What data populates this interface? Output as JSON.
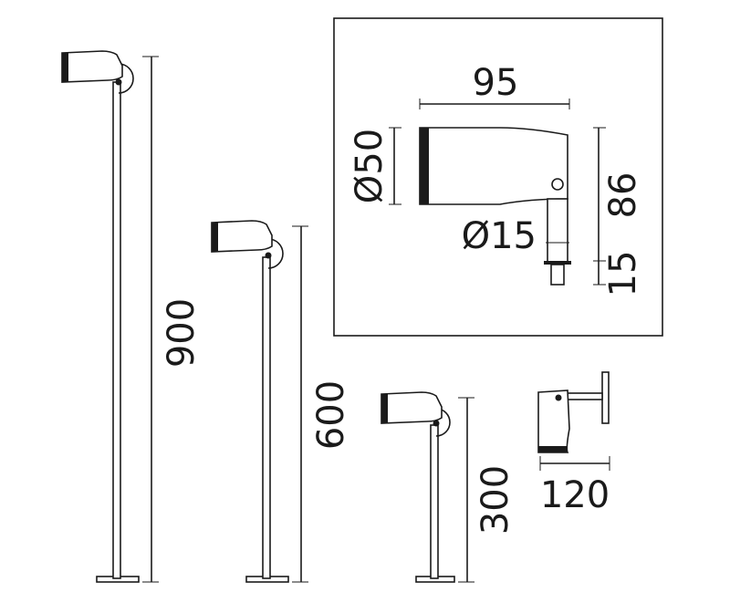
{
  "dimensions": {
    "height_900": "900",
    "height_600": "600",
    "height_300": "300",
    "width_120": "120",
    "inset_length_95": "95",
    "inset_diameter_50": "Ø50",
    "inset_diameter_15": "Ø15",
    "inset_height_86": "86",
    "inset_height_15": "15"
  },
  "colors": {
    "line": "#1a1a1a",
    "background": "#ffffff"
  }
}
